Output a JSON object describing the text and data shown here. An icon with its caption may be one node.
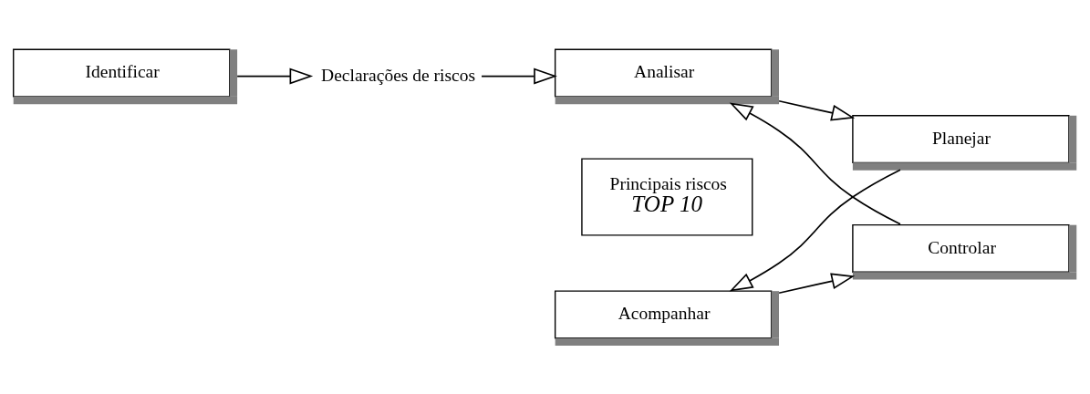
{
  "diagram": {
    "nodes": [
      {
        "text": [
          "Identificar"
        ]
      },
      {
        "text": [
          "Declarações de riscos"
        ]
      },
      {
        "text": [
          "Analisar"
        ]
      },
      {
        "text": [
          "Principais riscos",
          "TOP 10"
        ]
      },
      {
        "text": [
          "Controlar"
        ]
      },
      {
        "text": [
          "Planejar"
        ]
      },
      {
        "text": [
          "Acompanhar"
        ]
      }
    ],
    "edges": [
      {
        "from": 0,
        "to": 1,
        "arrow": "to"
      },
      {
        "from": 1,
        "to": 2,
        "arrow": "to"
      },
      {
        "from": 2,
        "to": 5,
        "arrow": "to"
      },
      {
        "from": 5,
        "to": 6,
        "arrow": "to"
      },
      {
        "from": 6,
        "to": 4,
        "arrow": "to"
      },
      {
        "from": 4,
        "to": 2,
        "arrow": "to"
      }
    ]
  }
}
